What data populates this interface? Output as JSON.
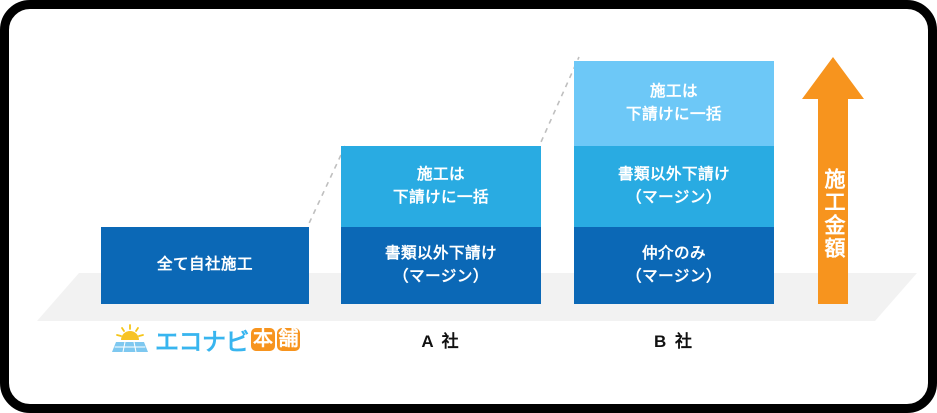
{
  "colors": {
    "frame_border": "#000000",
    "background": "#ffffff",
    "platform": "#f2f2f2",
    "blue_dark": "#0b68b6",
    "blue_medium": "#29abe2",
    "blue_light": "#6dc8f7",
    "orange": "#f7941e",
    "connector": "#bfbfbf",
    "label_text": "#111111"
  },
  "chart_data": {
    "type": "bar",
    "title": "",
    "categories": [
      "エコナビ本舗",
      "A社",
      "B社"
    ],
    "legend_position": "none",
    "grid": false,
    "axis_note": "施工金額",
    "series": [
      {
        "name": "全て自社施工",
        "color": "#0b68b6",
        "values": [
          77,
          0,
          0
        ]
      },
      {
        "name": "書類以外下請け（マージン）",
        "color": "#0b68b6",
        "values": [
          0,
          77,
          0
        ]
      },
      {
        "name": "施工は下請けに一括",
        "color": "#29abe2",
        "values": [
          0,
          81,
          0
        ]
      },
      {
        "name": "仲介のみ（マージン）",
        "color": "#0b68b6",
        "values": [
          0,
          0,
          77
        ]
      },
      {
        "name": "書類以外下請け（マージン）",
        "color": "#29abe2",
        "values": [
          0,
          0,
          81
        ]
      },
      {
        "name": "施工は下請けに一括",
        "color": "#6dc8f7",
        "values": [
          0,
          0,
          85
        ]
      }
    ],
    "totals": [
      77,
      158,
      243
    ]
  },
  "bars": {
    "eco": {
      "segments": [
        {
          "line1": "全て自社施工",
          "line2": ""
        }
      ]
    },
    "a": {
      "segments": [
        {
          "line1": "施工は",
          "line2": "下請けに一括"
        },
        {
          "line1": "書類以外下請け",
          "line2": "（マージン）"
        }
      ]
    },
    "b": {
      "segments": [
        {
          "line1": "施工は",
          "line2": "下請けに一括"
        },
        {
          "line1": "書類以外下請け",
          "line2": "（マージン）"
        },
        {
          "line1": "仲介のみ",
          "line2": "（マージン）"
        }
      ]
    }
  },
  "arrow": {
    "label": "施工金額",
    "direction": "up"
  },
  "axis": {
    "label_a": "A 社",
    "label_b": "B 社"
  },
  "logo": {
    "text_main": "エコナビ",
    "badge_1": "本",
    "badge_2": "舗",
    "icon": "solar-panel-sun-icon"
  }
}
